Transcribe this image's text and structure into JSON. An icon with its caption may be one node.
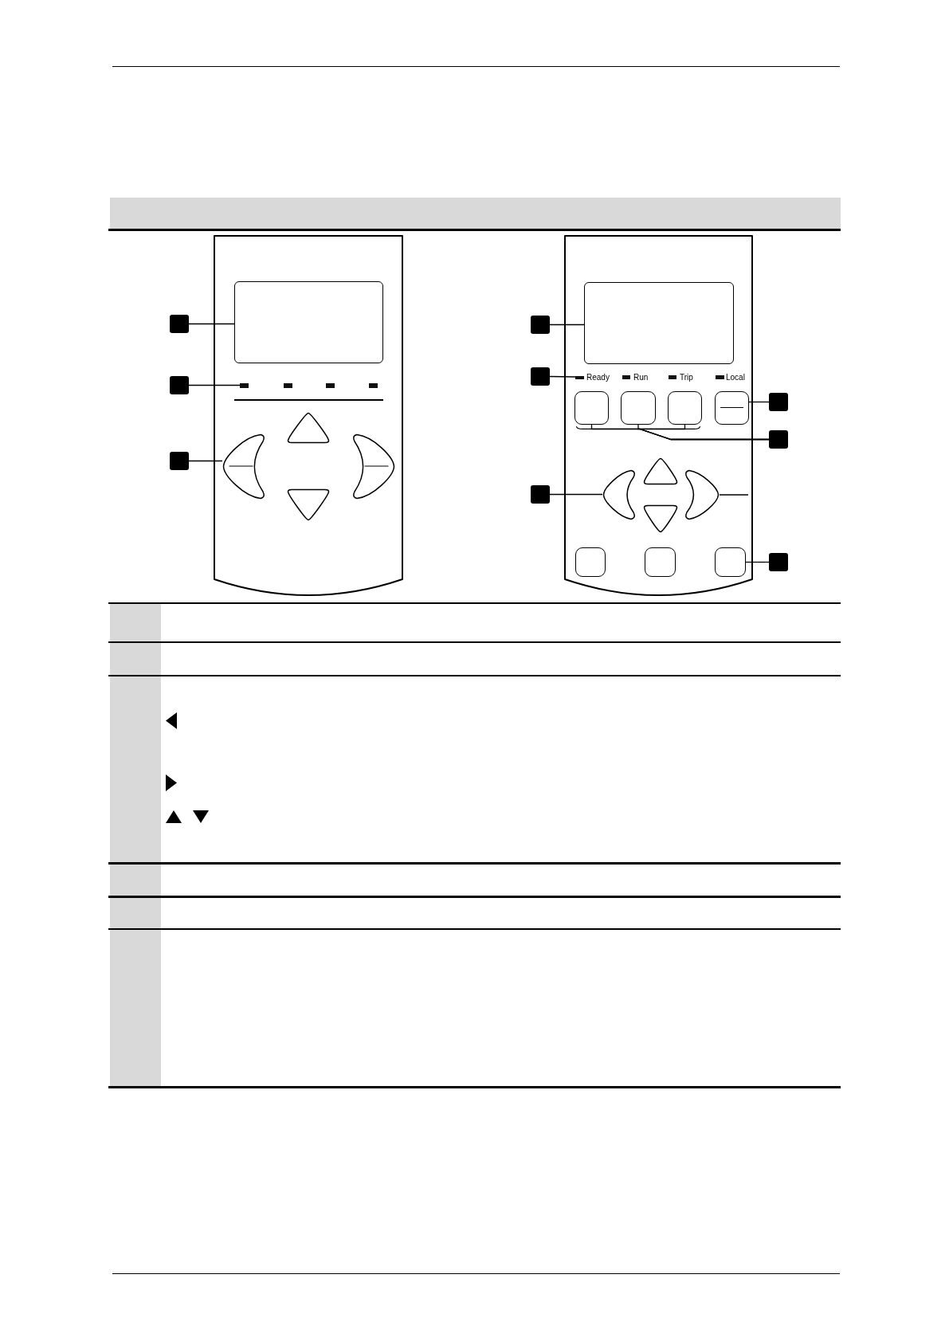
{
  "diagram": {
    "nodes": [
      {
        "text": [],
        "shape": "box"
      },
      {
        "text": [],
        "shape": "box",
        "in": 0
      },
      {
        "text": [],
        "shape": "bar",
        "in": 0
      },
      {
        "text": [],
        "shape": "chevron",
        "in": 0
      },
      {
        "text": [],
        "shape": "box"
      },
      {
        "text": [],
        "shape": "box"
      },
      {
        "text": [],
        "shape": "box"
      },
      {
        "text": [],
        "shape": "box"
      },
      {
        "text": [],
        "shape": "box",
        "in": 7
      },
      {
        "text": [],
        "shape": "bar",
        "in": 7,
        "beside": [
          "Ready"
        ]
      },
      {
        "text": [],
        "shape": "box",
        "in": 7
      },
      {
        "text": [],
        "shape": "box",
        "in": 7
      },
      {
        "text": [],
        "shape": "box",
        "in": 7
      },
      {
        "text": [],
        "shape": "box",
        "in": 7
      },
      {
        "text": [],
        "shape": "chevron",
        "in": 7
      },
      {
        "text": [],
        "shape": "chevron",
        "in": 7
      },
      {
        "text": [],
        "shape": "box",
        "in": 7
      },
      {
        "text": [],
        "shape": "box"
      },
      {
        "text": [],
        "shape": "box"
      },
      {
        "text": [],
        "shape": "box"
      },
      {
        "text": [],
        "shape": "box"
      },
      {
        "text": [],
        "shape": "box"
      },
      {
        "text": [],
        "shape": "box"
      }
    ],
    "edges": [
      {
        "from": 4,
        "to": 1,
        "arrow": "none"
      },
      {
        "from": 5,
        "to": 2,
        "arrow": "none"
      },
      {
        "from": 6,
        "to": 3,
        "arrow": "none"
      },
      {
        "from": 17,
        "to": 8,
        "arrow": "none"
      },
      {
        "from": 18,
        "to": 9,
        "arrow": "none"
      },
      {
        "from": 19,
        "to": 13,
        "arrow": "none"
      },
      {
        "from": 20,
        "to": 10,
        "arrow": "none"
      },
      {
        "from": 20,
        "to": 11,
        "arrow": "none"
      },
      {
        "from": 20,
        "to": 12,
        "arrow": "none"
      },
      {
        "from": 21,
        "to": 14,
        "arrow": "none"
      },
      {
        "from": null,
        "to": 15,
        "arrow": "none"
      },
      {
        "from": 22,
        "to": 16,
        "arrow": "none"
      }
    ],
    "labels": [
      "Run",
      "Trip",
      "Local"
    ]
  }
}
